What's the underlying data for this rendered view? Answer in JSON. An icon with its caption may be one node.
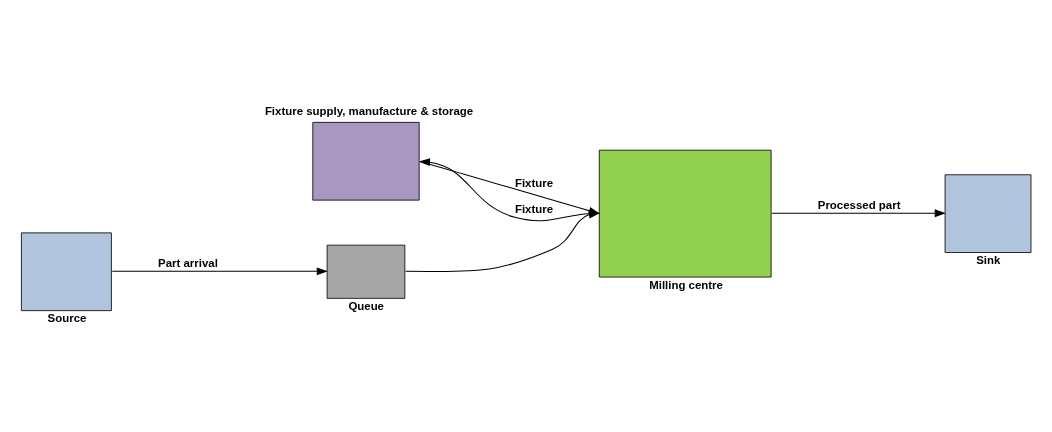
{
  "diagram": {
    "nodes": [
      {
        "text": [
          "Fixture supply, manufacture & storage"
        ]
      },
      {
        "text": [
          "Source"
        ]
      },
      {
        "text": [
          "Queue"
        ]
      },
      {
        "text": [
          "Milling centre"
        ]
      },
      {
        "text": [
          "Sink"
        ]
      }
    ],
    "edges": [
      {
        "from": 1,
        "to": 2,
        "arrow": "to",
        "label": "Part arrival"
      },
      {
        "from": 2,
        "to": 3,
        "arrow": "to"
      },
      {
        "from": 0,
        "to": 3,
        "arrow": "to",
        "label": "Fixture"
      },
      {
        "from": 3,
        "to": 0,
        "arrow": "to",
        "label": "Fixture"
      },
      {
        "from": 3,
        "to": 4,
        "arrow": "to",
        "label": "Processed part"
      }
    ]
  }
}
